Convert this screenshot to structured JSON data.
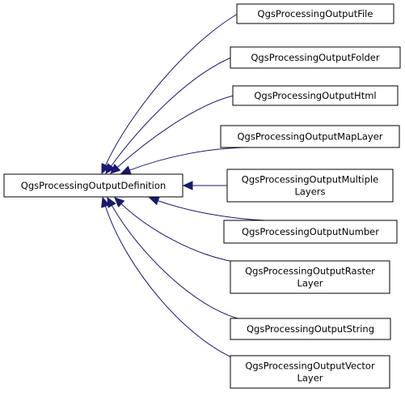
{
  "diagram": {
    "type": "inheritance-graph",
    "edge_color": "#191970",
    "base": {
      "id": "base",
      "lines": [
        "QgsProcessingOutputDefinition"
      ]
    },
    "children": [
      {
        "id": "file",
        "lines": [
          "QgsProcessingOutputFile"
        ]
      },
      {
        "id": "folder",
        "lines": [
          "QgsProcessingOutputFolder"
        ]
      },
      {
        "id": "html",
        "lines": [
          "QgsProcessingOutputHtml"
        ]
      },
      {
        "id": "maplayer",
        "lines": [
          "QgsProcessingOutputMapLayer"
        ]
      },
      {
        "id": "multiple",
        "lines": [
          "QgsProcessingOutputMultiple",
          "Layers"
        ]
      },
      {
        "id": "number",
        "lines": [
          "QgsProcessingOutputNumber"
        ]
      },
      {
        "id": "raster",
        "lines": [
          "QgsProcessingOutputRaster",
          "Layer"
        ]
      },
      {
        "id": "string",
        "lines": [
          "QgsProcessingOutputString"
        ]
      },
      {
        "id": "vector",
        "lines": [
          "QgsProcessingOutputVector",
          "Layer"
        ]
      }
    ]
  }
}
